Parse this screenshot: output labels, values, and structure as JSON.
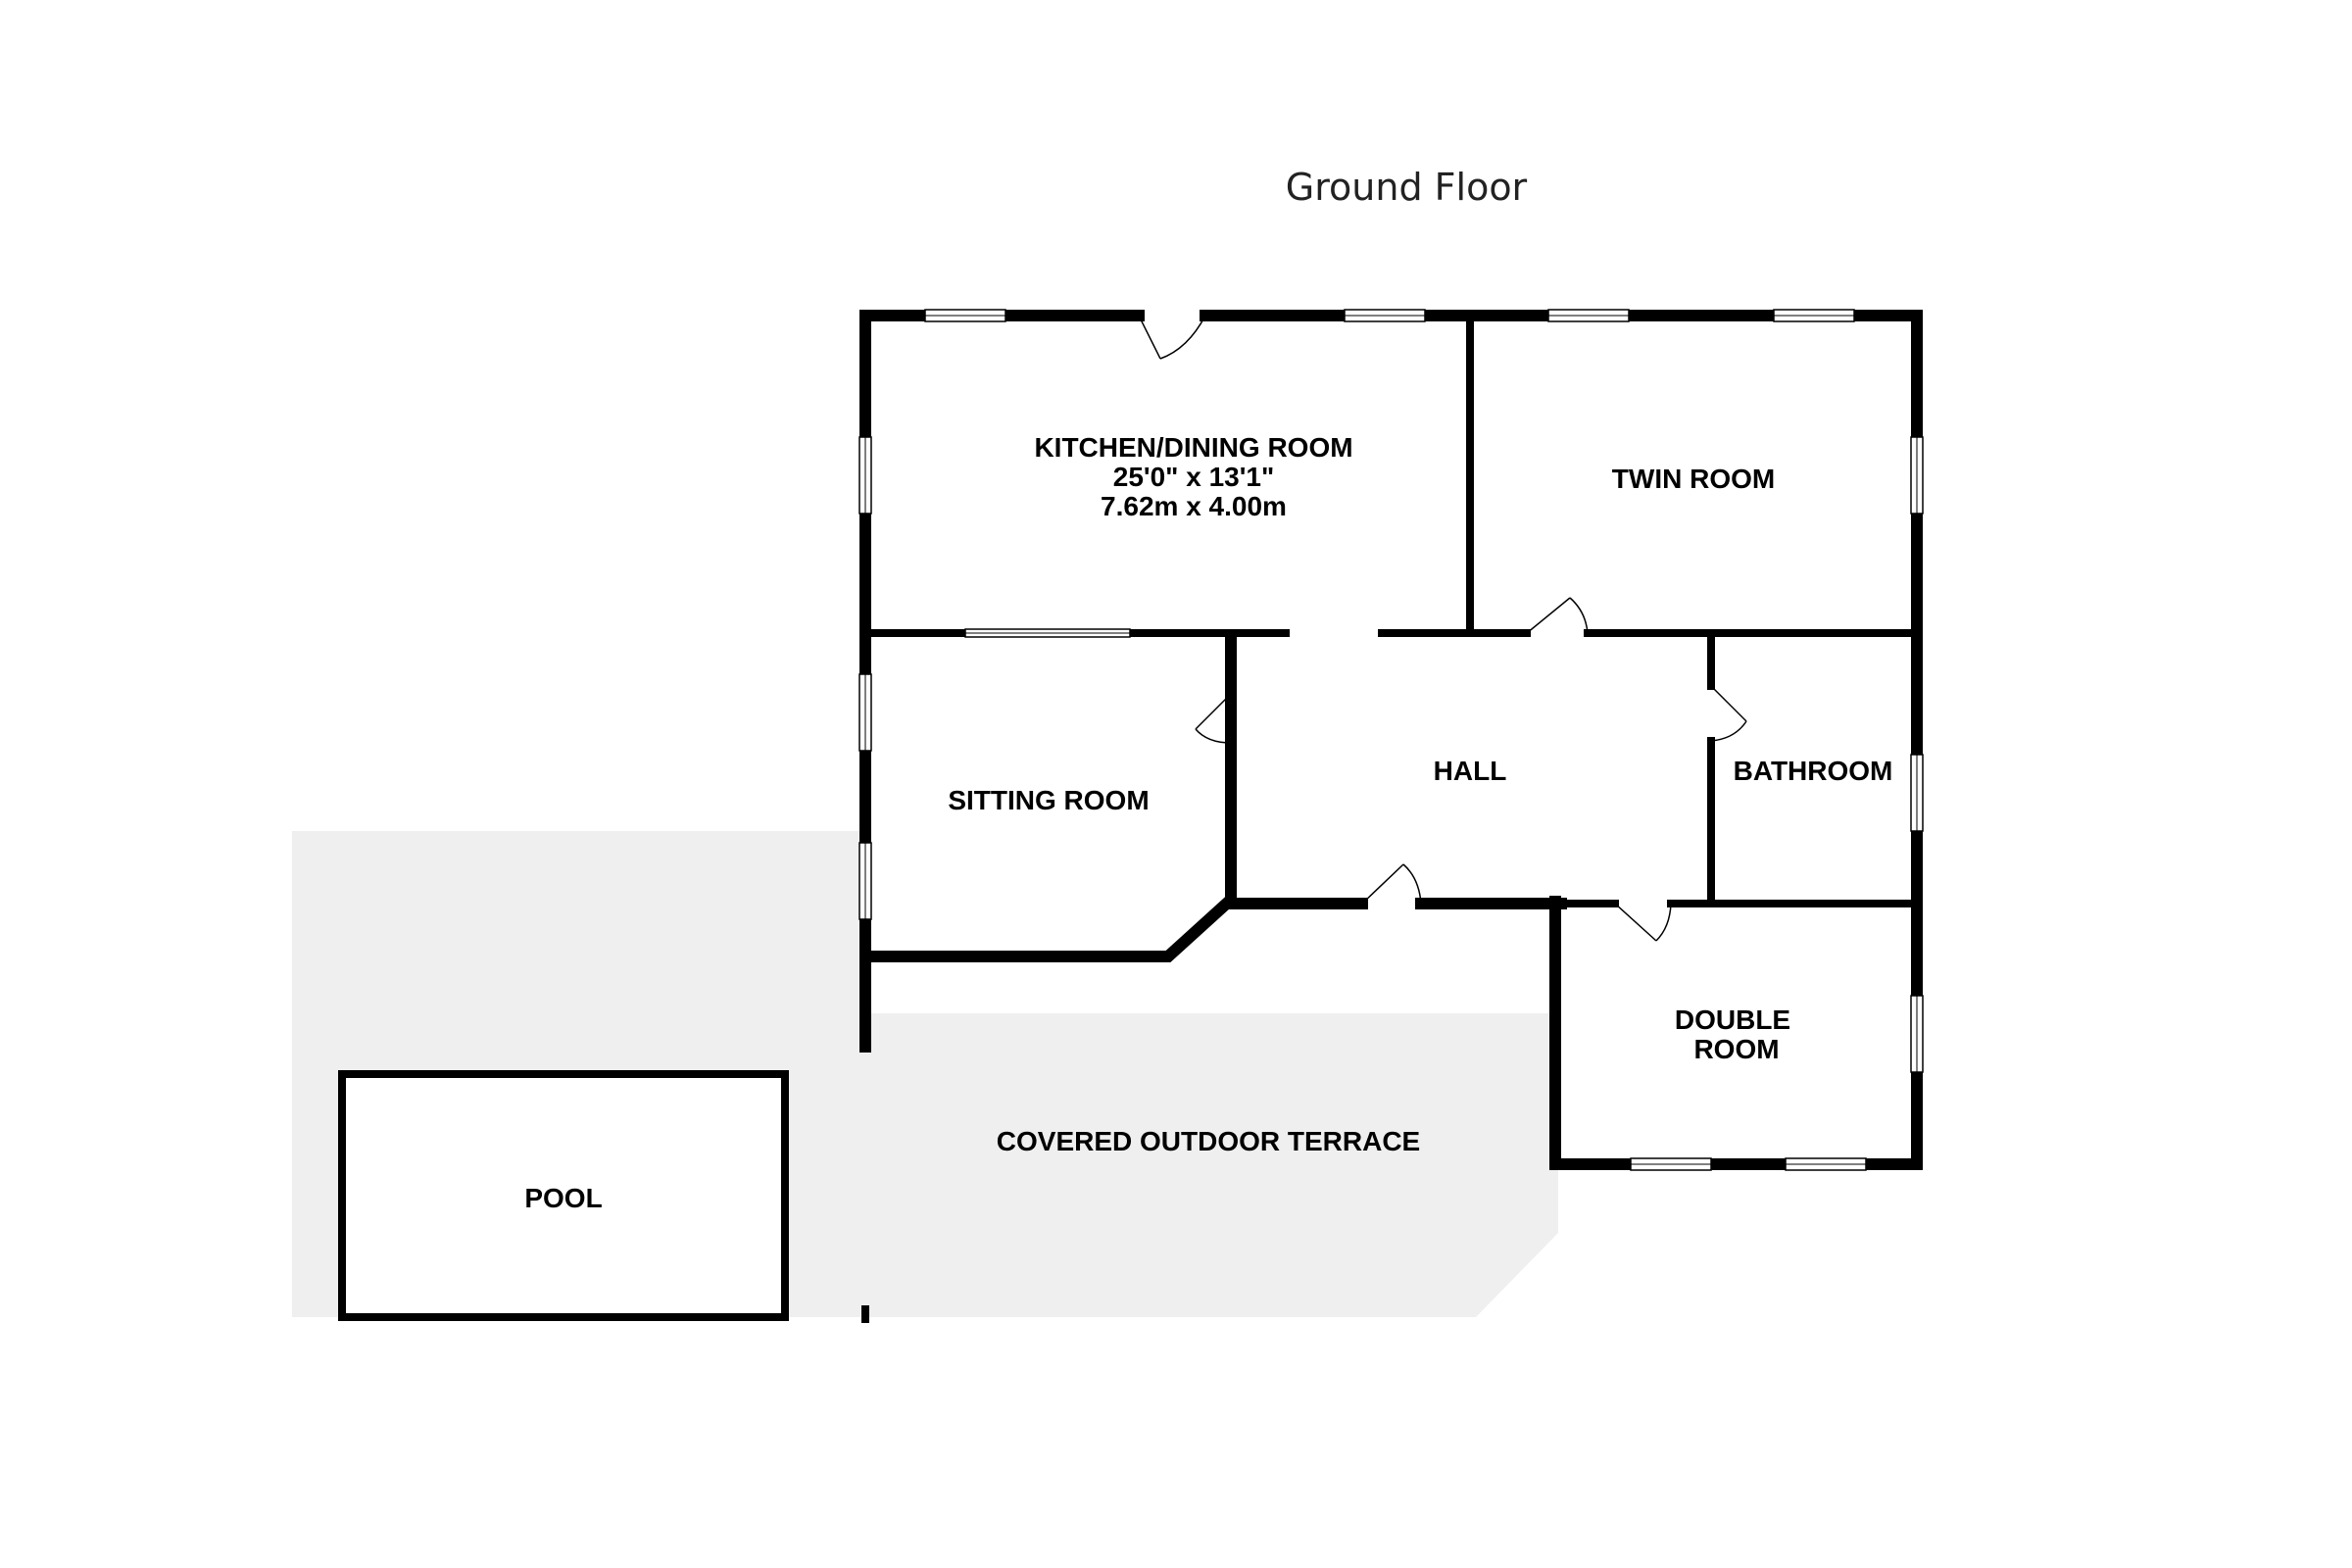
{
  "floor": {
    "title": "Ground Floor"
  },
  "rooms": {
    "kitchen": {
      "name": "KITCHEN/DINING ROOM",
      "size_imperial": "25'0\"  x 13'1\"",
      "size_metric": "7.62m  x 4.00m"
    },
    "twin": {
      "name": "TWIN ROOM"
    },
    "sitting": {
      "name": "SITTING ROOM"
    },
    "hall": {
      "name": "HALL"
    },
    "bathroom": {
      "name": "BATHROOM"
    },
    "double": {
      "line1": "DOUBLE",
      "line2": "ROOM"
    },
    "terrace": {
      "name": "COVERED OUTDOOR TERRACE"
    },
    "pool": {
      "name": "POOL"
    }
  },
  "colors": {
    "wall": "#000000",
    "terrace_fill": "#efefef",
    "background": "#ffffff"
  }
}
